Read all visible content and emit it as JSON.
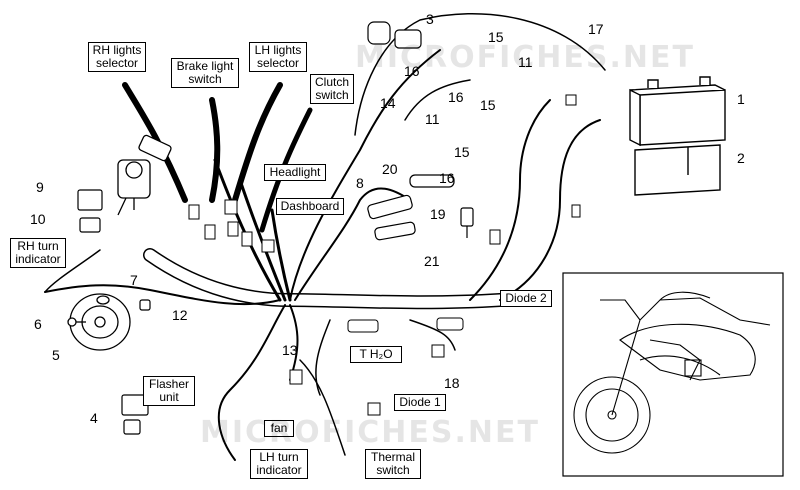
{
  "labels": {
    "rh_lights_selector": "RH lights\nselector",
    "brake_light_switch": "Brake light\nswitch",
    "lh_lights_selector": "LH lights\nselector",
    "clutch_switch": "Clutch\nswitch",
    "headlight": "Headlight",
    "dashboard": "Dashboard",
    "rh_turn_indicator": "RH turn\nindicator",
    "diode_2": "Diode 2",
    "t_h2o": "T  H₂O",
    "diode_1": "Diode 1",
    "flasher_unit": "Flasher\nunit",
    "fan": "fan",
    "lh_turn_indicator": "LH turn\nindicator",
    "thermal_switch": "Thermal\nswitch"
  },
  "callouts": [
    "1",
    "2",
    "3",
    "4",
    "5",
    "6",
    "7",
    "8",
    "9",
    "10",
    "11",
    "12",
    "13",
    "14",
    "15",
    "16",
    "17",
    "18",
    "19",
    "20",
    "21"
  ],
  "callout_extra": {
    "n11b": "11",
    "n15b": "15",
    "n15c": "15",
    "n16b": "16",
    "n16c": "16"
  },
  "watermark": {
    "top": "MICROFICHES.NET",
    "bottom": "MICROFICHES.NET"
  }
}
